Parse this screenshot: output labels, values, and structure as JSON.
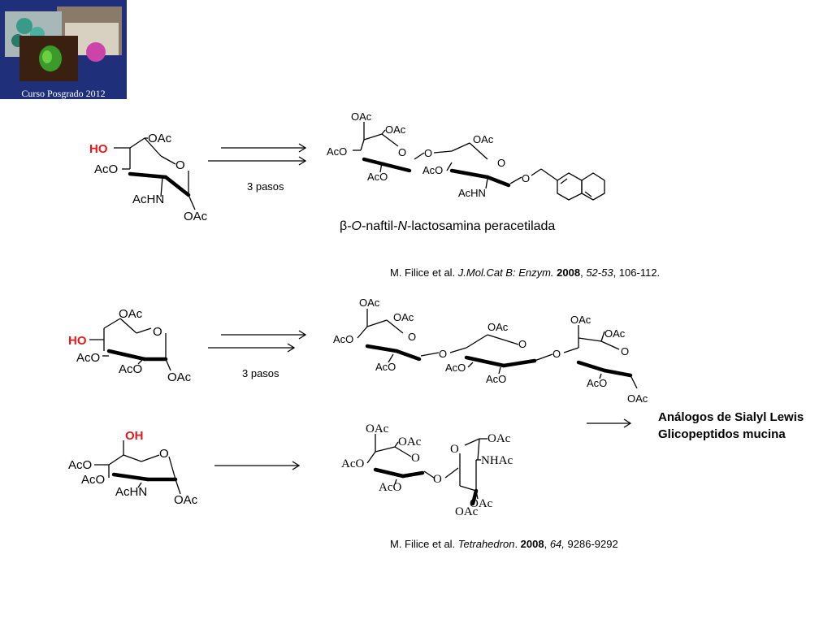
{
  "header": {
    "logo_caption": "Curso Posgrado 2012"
  },
  "colors": {
    "highlight": "#e8191b",
    "logo_bg": "#1f2f7a"
  },
  "groups": {
    "ho": "HO",
    "oh": "OH",
    "oac": "OAc",
    "aco": "AcO",
    "achn": "AcHN",
    "nhac": "NHAc",
    "o": "O"
  },
  "reaction1": {
    "steps": "3 pasos"
  },
  "reaction2": {
    "steps": "3 pasos"
  },
  "product1": {
    "name_prefix": "β-",
    "name_o": "O",
    "name_mid": "-naftil-",
    "name_n": "N",
    "name_suffix": "-lactosamina peracetilada"
  },
  "reference1": {
    "authors": "M. Filice et al. ",
    "journal": "J.Mol.Cat B: Enzym.",
    "year": "2008",
    "volume": "52-53",
    "pages": ", 106-112."
  },
  "reference2": {
    "authors": "M. Filice et al. ",
    "journal": "Tetrahedron",
    "year": "2008",
    "volume": "64,",
    "pages": " 9286-9292"
  },
  "applications": {
    "line1": "Análogos de Sialyl Lewis",
    "line2": "Glicopeptidos mucina"
  }
}
